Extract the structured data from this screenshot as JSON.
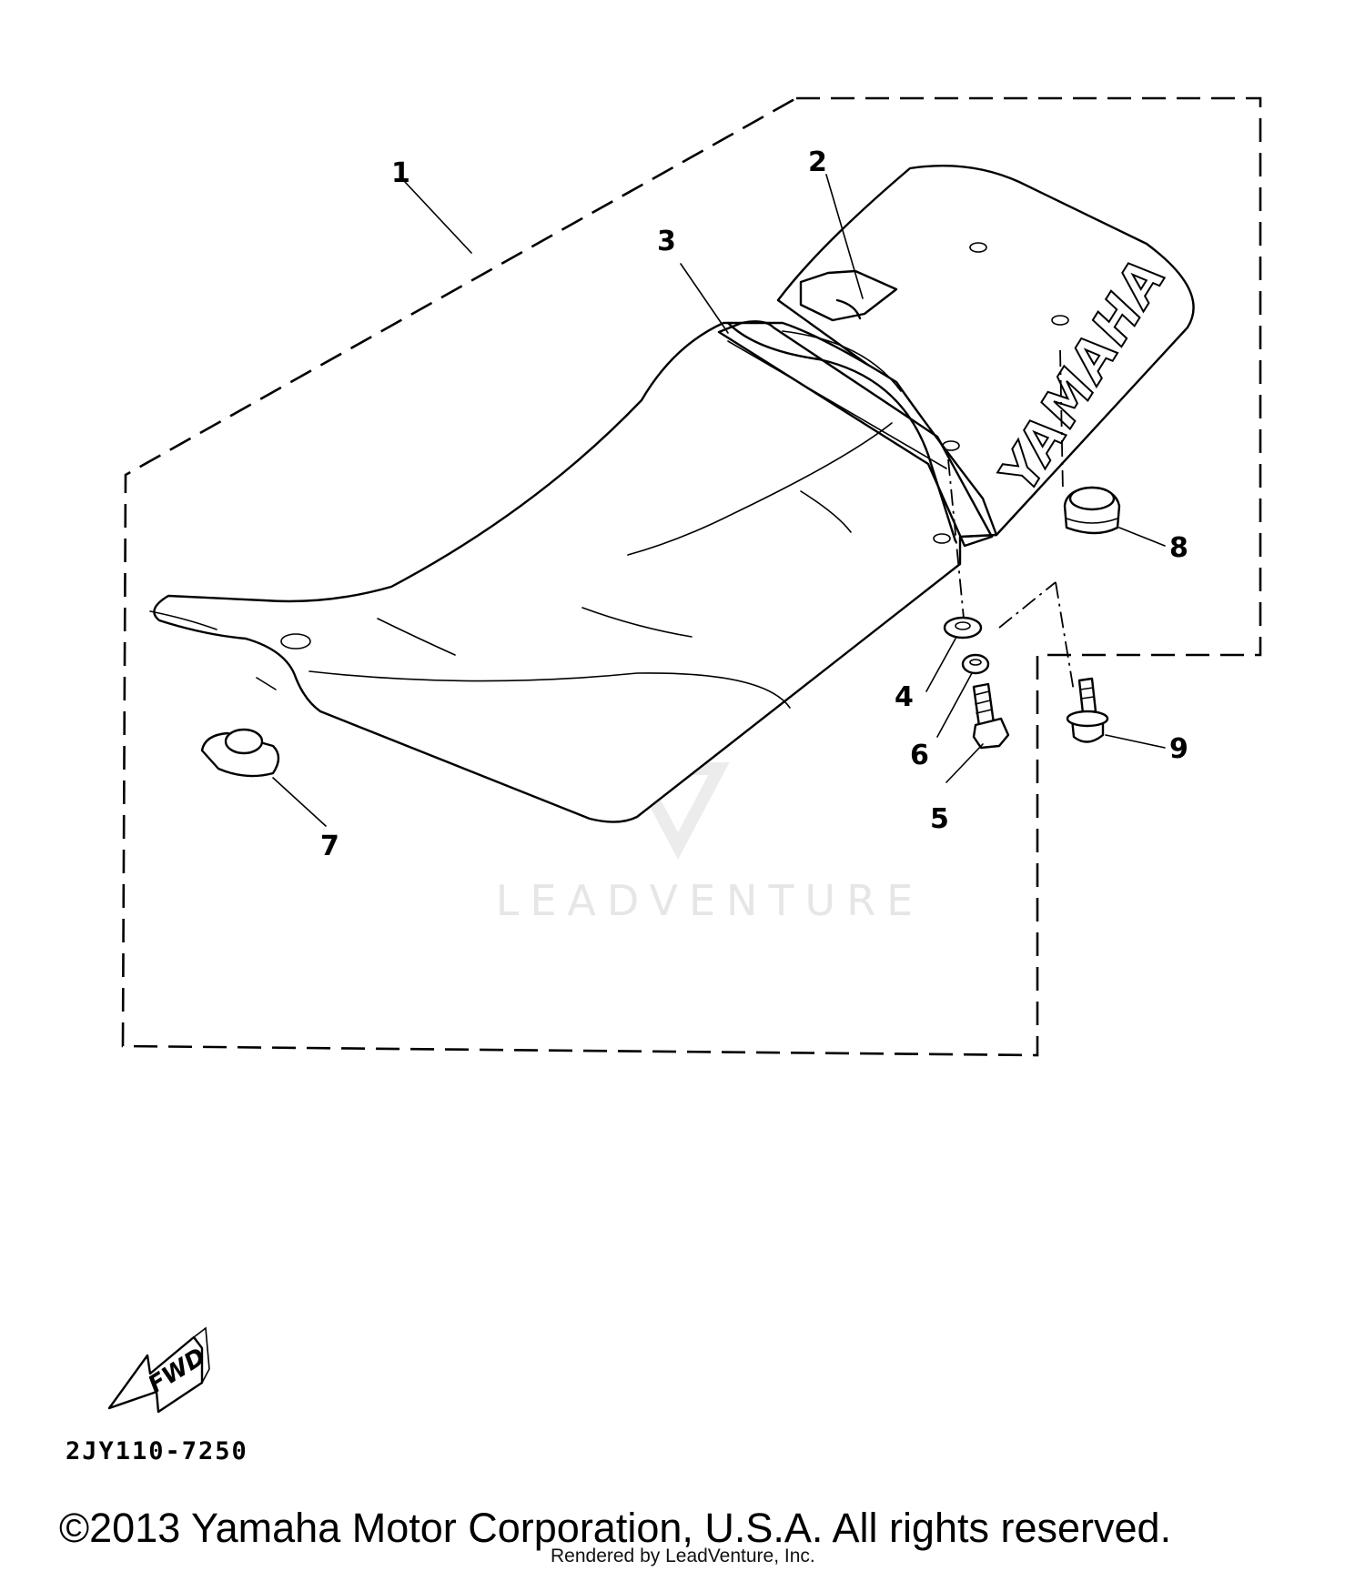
{
  "callouts": [
    "1",
    "2",
    "3",
    "4",
    "5",
    "6",
    "7",
    "8",
    "9"
  ],
  "seat_brand": "YAMAHA",
  "direction_label": "FWD",
  "drawing_code": "2JY110-7250",
  "watermark": "LEADVENTURE",
  "copyright": "©2013 Yamaha Motor Corporation, U.S.A. All rights reserved.",
  "rendered_by": "Rendered by LeadVenture, Inc."
}
